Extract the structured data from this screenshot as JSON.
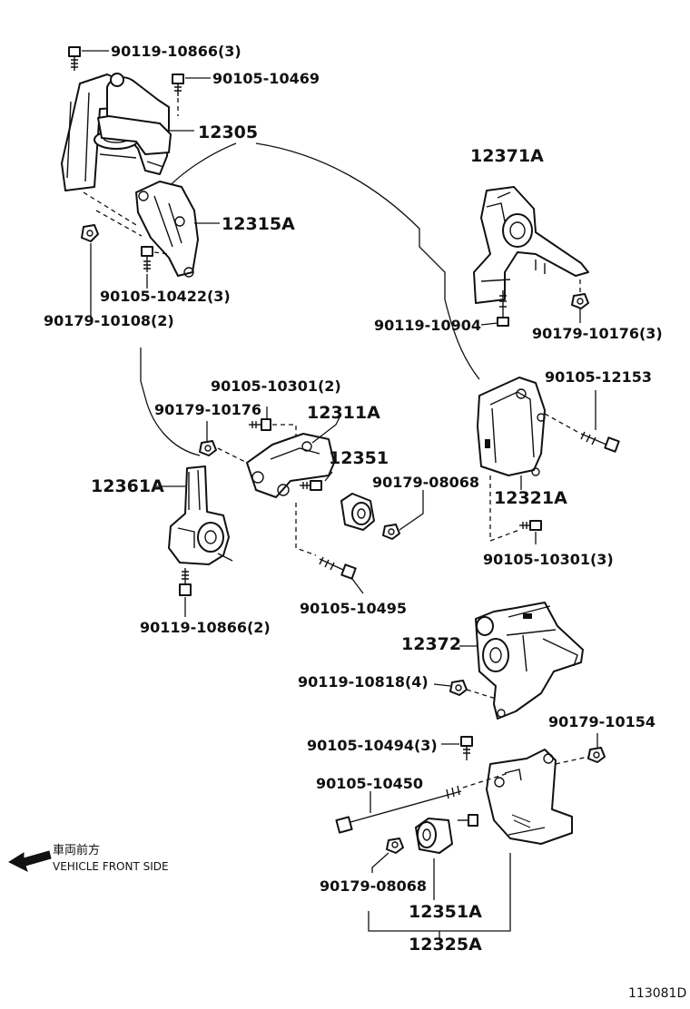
{
  "parts": {
    "p12305": "12305",
    "p12371A": "12371A",
    "p12315A": "12315A",
    "p12311A": "12311A",
    "p12351_upper": "12351",
    "p12361A": "12361A",
    "p12321A": "12321A",
    "p12372": "12372",
    "p12351A": "12351A",
    "p12325A": "12325A"
  },
  "fasteners": {
    "f90119_10866_3": "90119-10866(3)",
    "f90105_10469": "90105-10469",
    "f90105_10422_3": "90105-10422(3)",
    "f90179_10108_2": "90179-10108(2)",
    "f90119_10904": "90119-10904",
    "f90179_10176_3": "90179-10176(3)",
    "f90105_10301_2": "90105-10301(2)",
    "f90179_10176": "90179-10176",
    "f90105_12153": "90105-12153",
    "f90179_08068_upper": "90179-08068",
    "f90105_10301_3": "90105-10301(3)",
    "f90105_10495": "90105-10495",
    "f90119_10866_2": "90119-10866(2)",
    "f90119_10818_4": "90119-10818(4)",
    "f90179_10154": "90179-10154",
    "f90105_10494_3": "90105-10494(3)",
    "f90105_10450": "90105-10450",
    "f90179_08068_lower": "90179-08068"
  },
  "legend": {
    "japanese": "車両前方",
    "english": "VEHICLE FRONT SIDE",
    "arrow_icon": "arrow-left-icon"
  },
  "figure_code": "113081D"
}
